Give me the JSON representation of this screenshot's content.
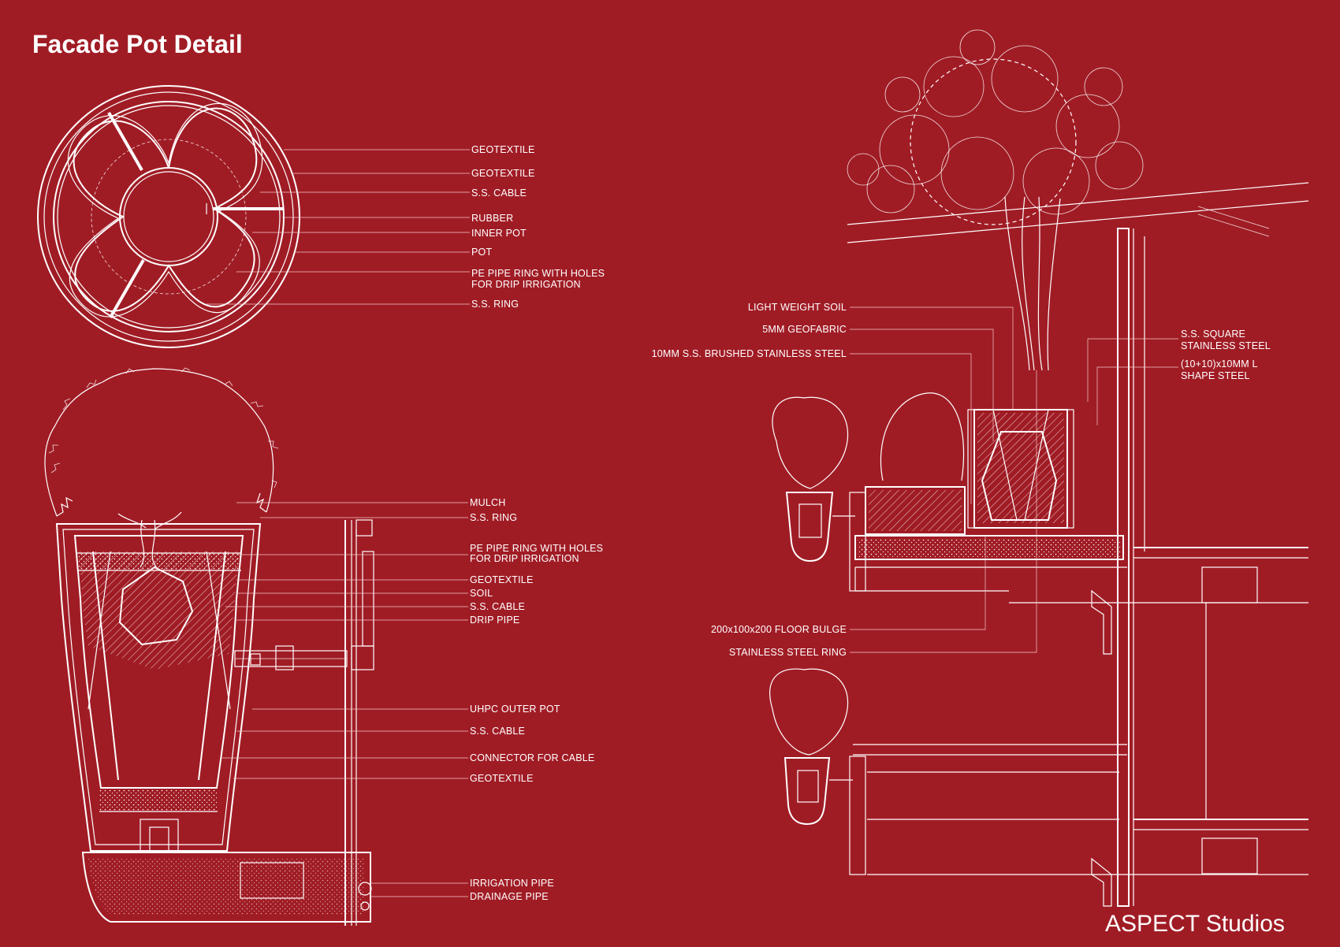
{
  "title": "Facade Pot Detail",
  "brand": "ASPECT Studios",
  "colors": {
    "background": "#a01c25",
    "line": "#ffffff"
  },
  "plan_labels": [
    "GEOTEXTILE",
    "GEOTEXTILE",
    "S.S. CABLE",
    "RUBBER",
    "INNER POT",
    "POT",
    "PE PIPE RING WITH HOLES",
    "FOR DRIP IRRIGATION",
    "S.S. RING"
  ],
  "section_labels": [
    "MULCH",
    "S.S. RING",
    "PE PIPE RING WITH HOLES",
    "FOR DRIP IRRIGATION",
    "GEOTEXTILE",
    "SOIL",
    "S.S. CABLE",
    "DRIP PIPE",
    "UHPC OUTER POT",
    "S.S. CABLE",
    "CONNECTOR FOR CABLE",
    "GEOTEXTILE",
    "IRRIGATION PIPE",
    "DRAINAGE PIPE"
  ],
  "facade_left_labels": [
    "LIGHT WEIGHT SOIL",
    "5MM GEOFABRIC",
    "10MM S.S. BRUSHED STAINLESS STEEL",
    "200x100x200 FLOOR BULGE",
    "STAINLESS STEEL RING"
  ],
  "facade_right_labels": [
    "S.S. SQUARE",
    "STAINLESS STEEL",
    "(10+10)x10MM L",
    "SHAPE STEEL"
  ]
}
